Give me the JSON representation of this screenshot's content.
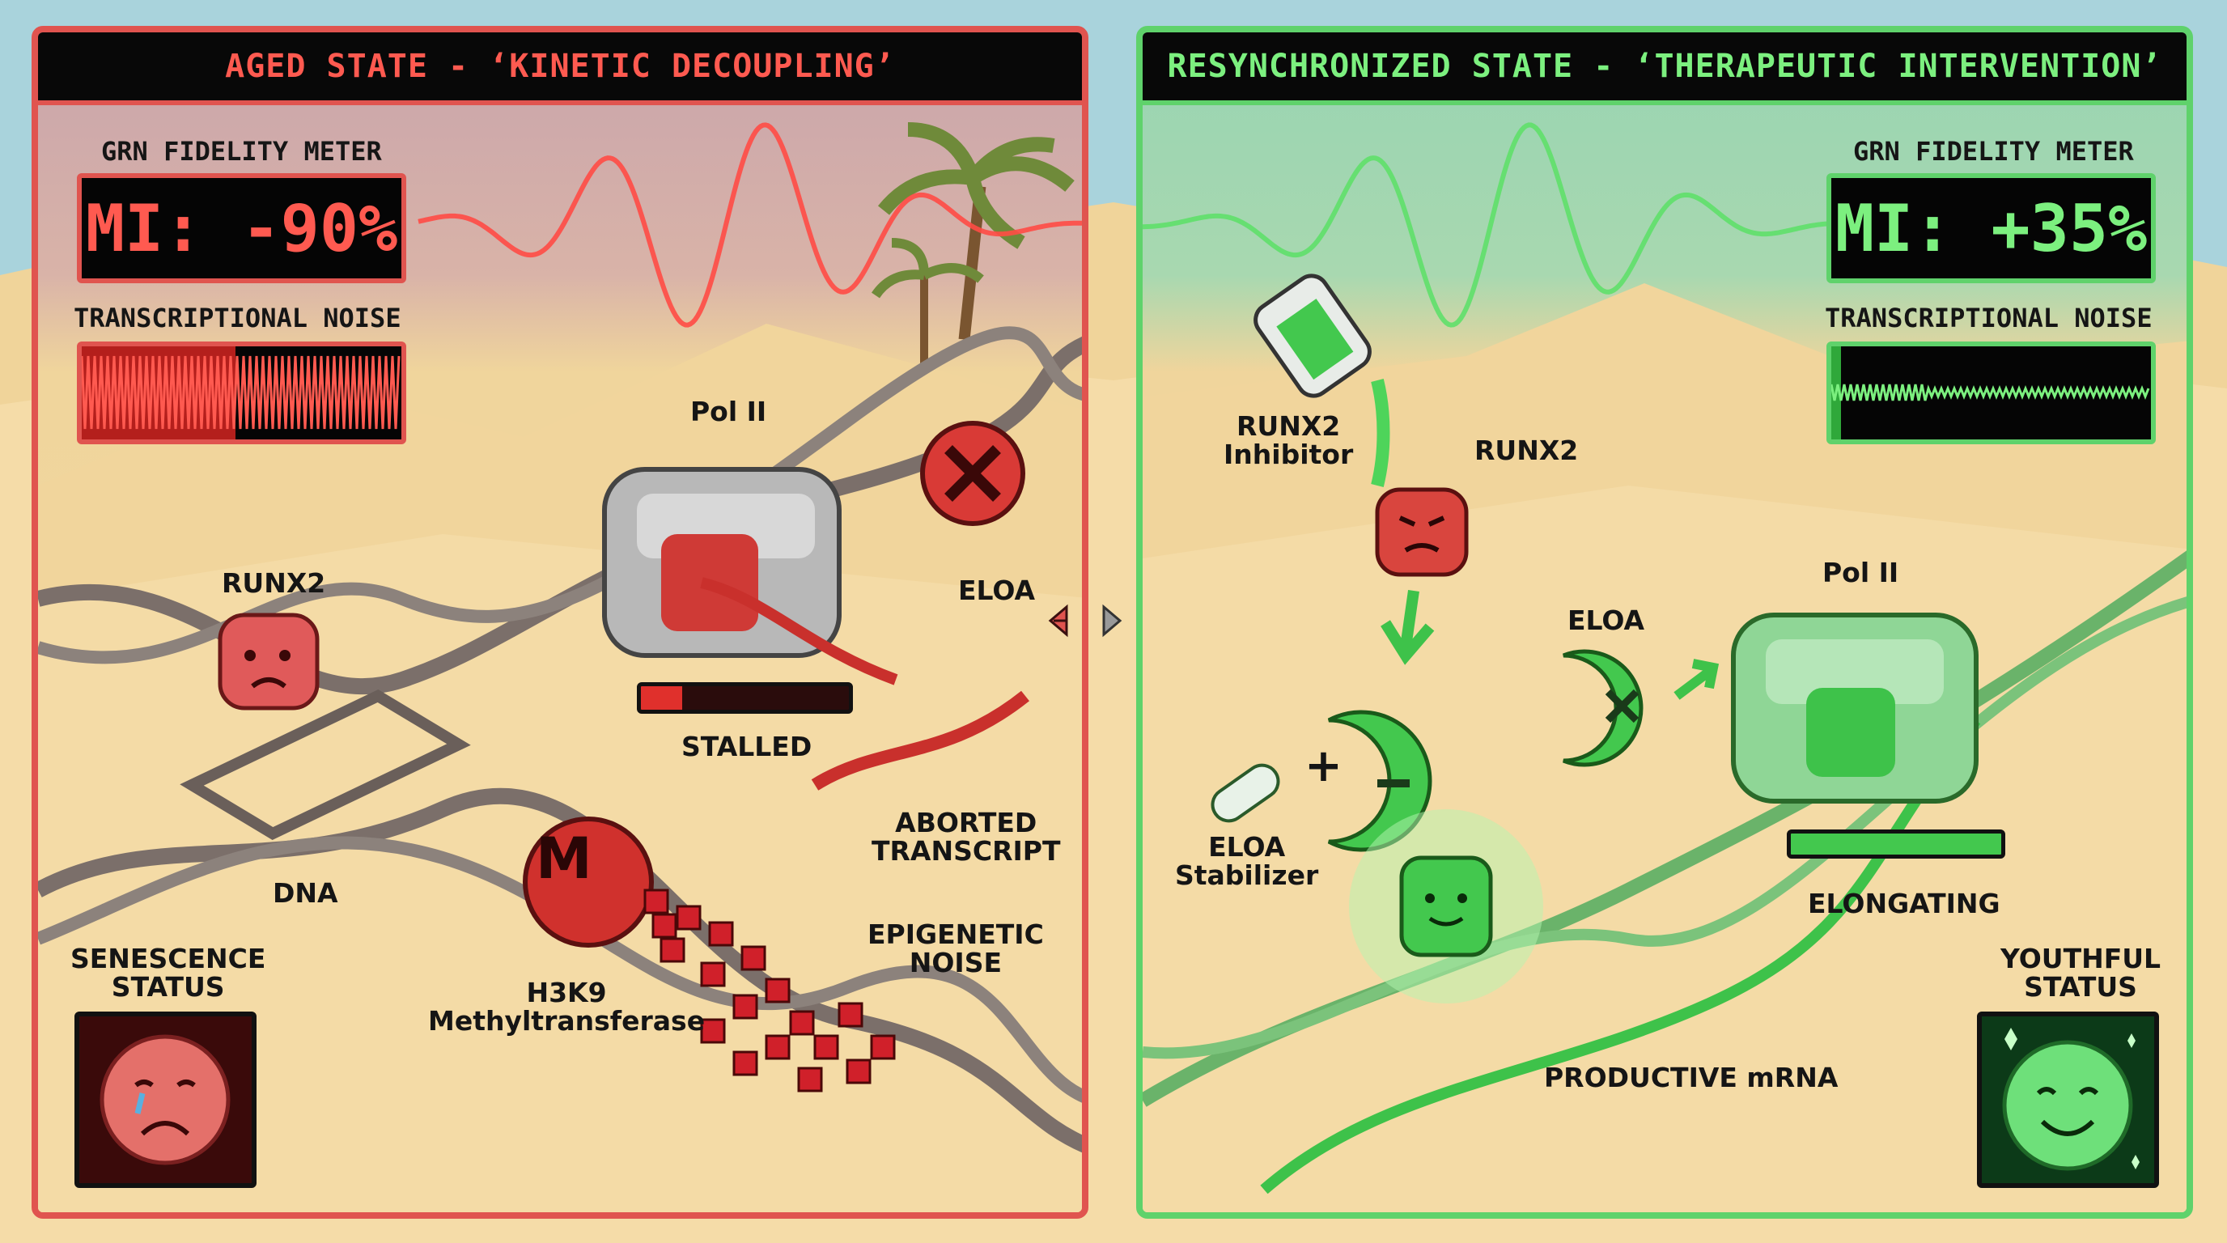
{
  "colors": {
    "aged_accent": "#e0544f",
    "young_accent": "#5fd26b",
    "sky": "#a9d3dc",
    "sand": "#f2d8a2"
  },
  "aged_panel": {
    "title": "AGED STATE - ‘KINETIC DECOUPLING’",
    "fidelity_label": "GRN FIDELITY METER",
    "fidelity_value": "MI: -90%",
    "noise_label": "TRANSCRIPTIONAL NOISE",
    "noise_level": 0.48,
    "labels": {
      "pol2": "Pol II",
      "runx2": "RUNX2",
      "eloa": "ELOA",
      "stalled": "STALLED",
      "aborted_1": "ABORTED",
      "aborted_2": "TRANSCRIPT",
      "dna": "DNA",
      "epigenetic_1": "EPIGENETIC",
      "epigenetic_2": "NOISE",
      "h3k9_1": "H3K9",
      "h3k9_2": "Methyltransferase",
      "methyl_letter": "M",
      "status_1": "SENESCENCE",
      "status_2": "STATUS"
    },
    "stalled_progress": 0.2,
    "status_icon": "crying-face-icon"
  },
  "young_panel": {
    "title": "RESYNCHRONIZED STATE - ‘THERAPEUTIC INTERVENTION’",
    "fidelity_label": "GRN FIDELITY METER",
    "fidelity_value": "MI: +35%",
    "noise_label": "TRANSCRIPTIONAL NOISE",
    "noise_level": 0.03,
    "labels": {
      "inhibitor_1": "RUNX2",
      "inhibitor_2": "Inhibitor",
      "runx2": "RUNX2",
      "eloa": "ELOA",
      "pol2": "Pol II",
      "elongating": "ELONGATING",
      "stabilizer_1": "ELOA",
      "stabilizer_2": "Stabilizer",
      "plus": "+",
      "mrna": "PRODUCTIVE mRNA",
      "status_1": "YOUTHFUL",
      "status_2": "STATUS"
    },
    "elongating_progress": 1.0,
    "status_icon": "smiling-face-icon"
  },
  "divider_icons": [
    "chevron-left-icon",
    "chevron-right-icon",
    "chevron-right-icon"
  ]
}
